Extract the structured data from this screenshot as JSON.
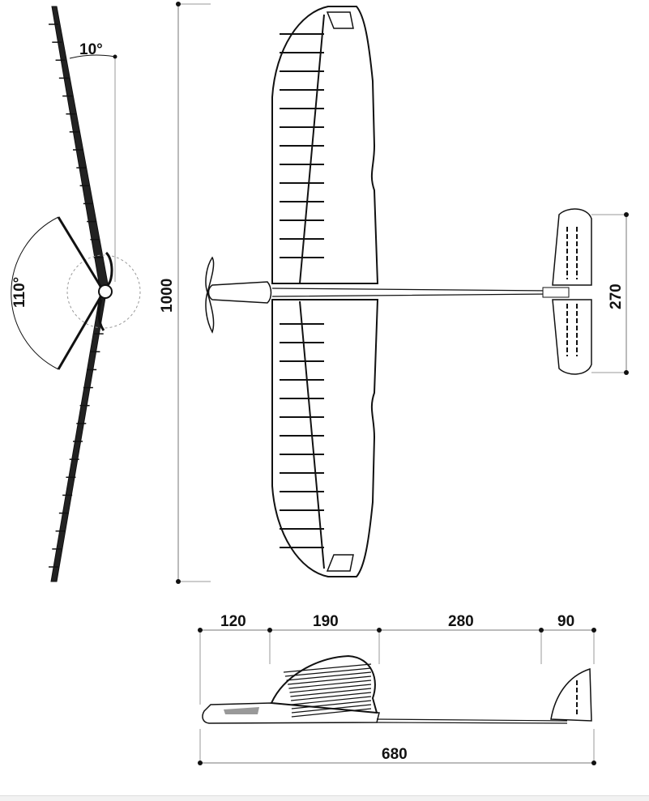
{
  "front_view": {
    "dihedral_angle": "10°",
    "propeller_fold_angle": "110°",
    "wingspan": "1000"
  },
  "top_view": {
    "stabilizer_span": "270"
  },
  "side_view": {
    "segments": [
      "120",
      "190",
      "280",
      "90"
    ],
    "total_length": "680"
  },
  "colors": {
    "line": "#111111",
    "dim_line": "#bbbbbb",
    "accent_gray": "#999999"
  }
}
